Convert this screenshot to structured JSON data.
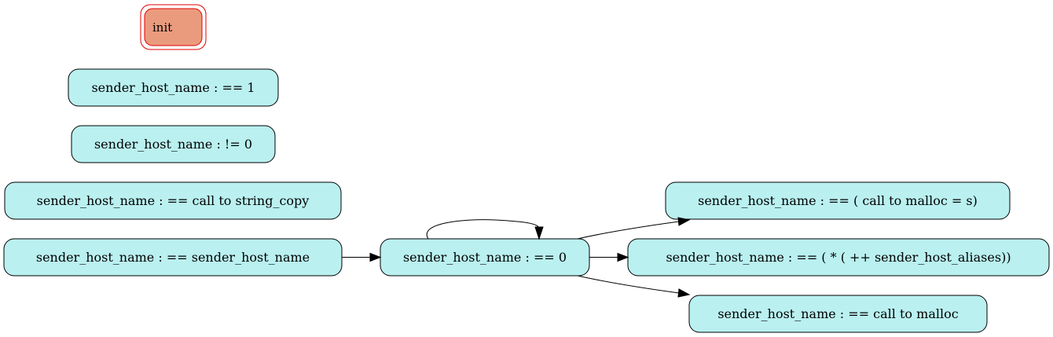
{
  "colors": {
    "node_fill": "#baf0f0",
    "node_stroke": "#000000",
    "init_fill": "#eb9b7d",
    "init_stroke": "#e00000",
    "edge": "#000000"
  },
  "nodes": {
    "init": {
      "label": "init"
    },
    "eq1": {
      "label": "sender_host_name : == 1"
    },
    "ne0": {
      "label": "sender_host_name : != 0"
    },
    "string_copy": {
      "label": "sender_host_name : == call to string_copy"
    },
    "self_name": {
      "label": "sender_host_name : == sender_host_name"
    },
    "eq0": {
      "label": "sender_host_name : == 0"
    },
    "malloc_s": {
      "label": "sender_host_name : == ( call to malloc = s)"
    },
    "aliases": {
      "label": "sender_host_name : == ( * ( ++ sender_host_aliases))"
    },
    "malloc": {
      "label": "sender_host_name : == call to malloc"
    }
  },
  "edges": [
    {
      "from": "self_name",
      "to": "eq0"
    },
    {
      "from": "eq0",
      "to": "eq0"
    },
    {
      "from": "eq0",
      "to": "malloc_s"
    },
    {
      "from": "eq0",
      "to": "aliases"
    },
    {
      "from": "eq0",
      "to": "malloc"
    }
  ]
}
